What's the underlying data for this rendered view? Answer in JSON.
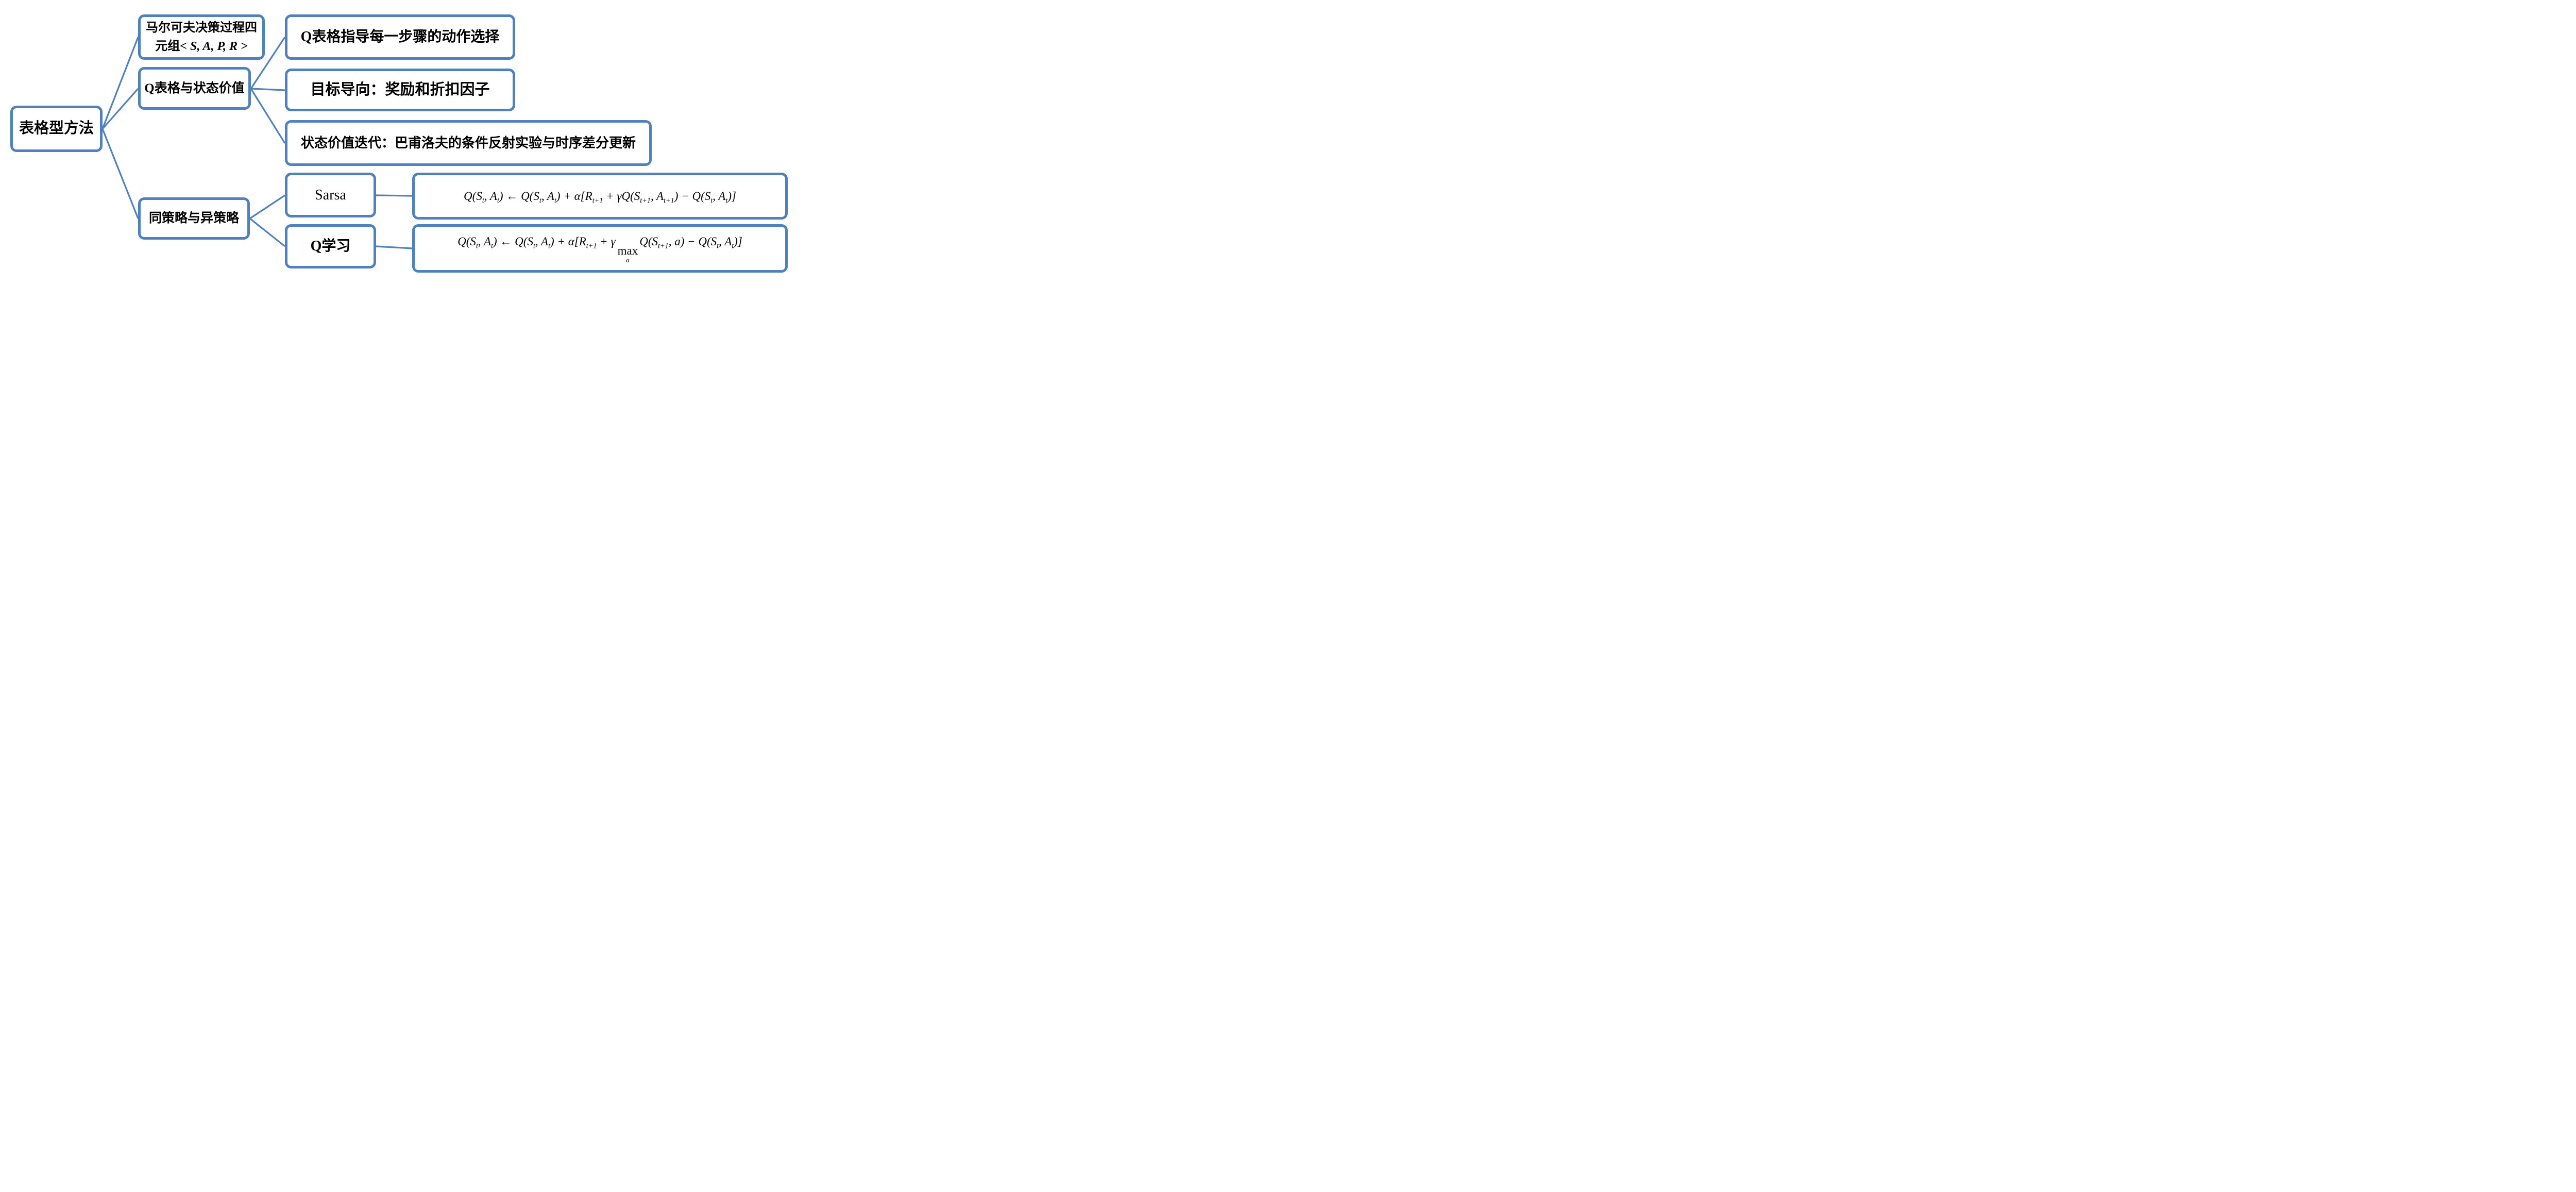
{
  "colors": {
    "accent": "#4e81bd",
    "text": "#000000",
    "background": "#ffffff"
  },
  "diagram": {
    "root": {
      "label": "表格型方法"
    },
    "level1": [
      {
        "id": "mdp",
        "line1": "马尔可夫决策过程四",
        "line2_tokens": [
          {
            "t": "txt",
            "v": "元组"
          },
          {
            "t": "it",
            "v": "< S, A, P, R >"
          }
        ],
        "text": "马尔可夫决策过程四元组< S, A, P, R >"
      },
      {
        "id": "qtable",
        "label": "Q表格与状态价值"
      },
      {
        "id": "policy",
        "label": "同策略与异策略"
      }
    ],
    "level2": [
      {
        "id": "qtable-guide",
        "label": "Q表格指导每一步骤的动作选择"
      },
      {
        "id": "goal",
        "label": "目标导向：奖励和折扣因子"
      },
      {
        "id": "value-iter",
        "label": "状态价值迭代：巴甫洛夫的条件反射实验与时序差分更新"
      },
      {
        "id": "sarsa",
        "label": "Sarsa"
      },
      {
        "id": "qlearning",
        "label": "Q学习"
      }
    ],
    "formulas": {
      "sarsa": {
        "text": "Q(Sₜ, Aₜ) ← Q(Sₜ, Aₜ) + α[Rₜ₊₁ + γQ(Sₜ₊₁, Aₜ₊₁) − Q(Sₜ, Aₜ)]",
        "tokens": [
          {
            "t": "txt",
            "v": "Q(S"
          },
          {
            "t": "sub",
            "v": "t"
          },
          {
            "t": "txt",
            "v": ", A"
          },
          {
            "t": "sub",
            "v": "t"
          },
          {
            "t": "txt",
            "v": ") ← Q(S"
          },
          {
            "t": "sub",
            "v": "t"
          },
          {
            "t": "txt",
            "v": ", A"
          },
          {
            "t": "sub",
            "v": "t"
          },
          {
            "t": "txt",
            "v": ") + α[R"
          },
          {
            "t": "sub",
            "v": "t+1"
          },
          {
            "t": "txt",
            "v": " + γQ(S"
          },
          {
            "t": "sub",
            "v": "t+1"
          },
          {
            "t": "txt",
            "v": ", A"
          },
          {
            "t": "sub",
            "v": "t+1"
          },
          {
            "t": "txt",
            "v": ") − Q(S"
          },
          {
            "t": "sub",
            "v": "t"
          },
          {
            "t": "txt",
            "v": ", A"
          },
          {
            "t": "sub",
            "v": "t"
          },
          {
            "t": "txt",
            "v": ")]"
          }
        ]
      },
      "qlearning": {
        "text": "Q(Sₜ, Aₜ) ← Q(Sₜ, Aₜ) + α[Rₜ₊₁ + γ maxₐ Q(Sₜ₊₁, a) − Q(Sₜ, Aₜ)]",
        "tokens": [
          {
            "t": "txt",
            "v": "Q(S"
          },
          {
            "t": "sub",
            "v": "t"
          },
          {
            "t": "txt",
            "v": ", A"
          },
          {
            "t": "sub",
            "v": "t"
          },
          {
            "t": "txt",
            "v": ") ← Q(S"
          },
          {
            "t": "sub",
            "v": "t"
          },
          {
            "t": "txt",
            "v": ", A"
          },
          {
            "t": "sub",
            "v": "t"
          },
          {
            "t": "txt",
            "v": ") + α[R"
          },
          {
            "t": "sub",
            "v": "t+1"
          },
          {
            "t": "txt",
            "v": " + γ"
          },
          {
            "t": "stack",
            "top": "max",
            "bottom": "a"
          },
          {
            "t": "txt",
            "v": "Q(S"
          },
          {
            "t": "sub",
            "v": "t+1"
          },
          {
            "t": "txt",
            "v": ", a) − Q(S"
          },
          {
            "t": "sub",
            "v": "t"
          },
          {
            "t": "txt",
            "v": ", A"
          },
          {
            "t": "sub",
            "v": "t"
          },
          {
            "t": "txt",
            "v": ")]"
          }
        ]
      }
    }
  }
}
